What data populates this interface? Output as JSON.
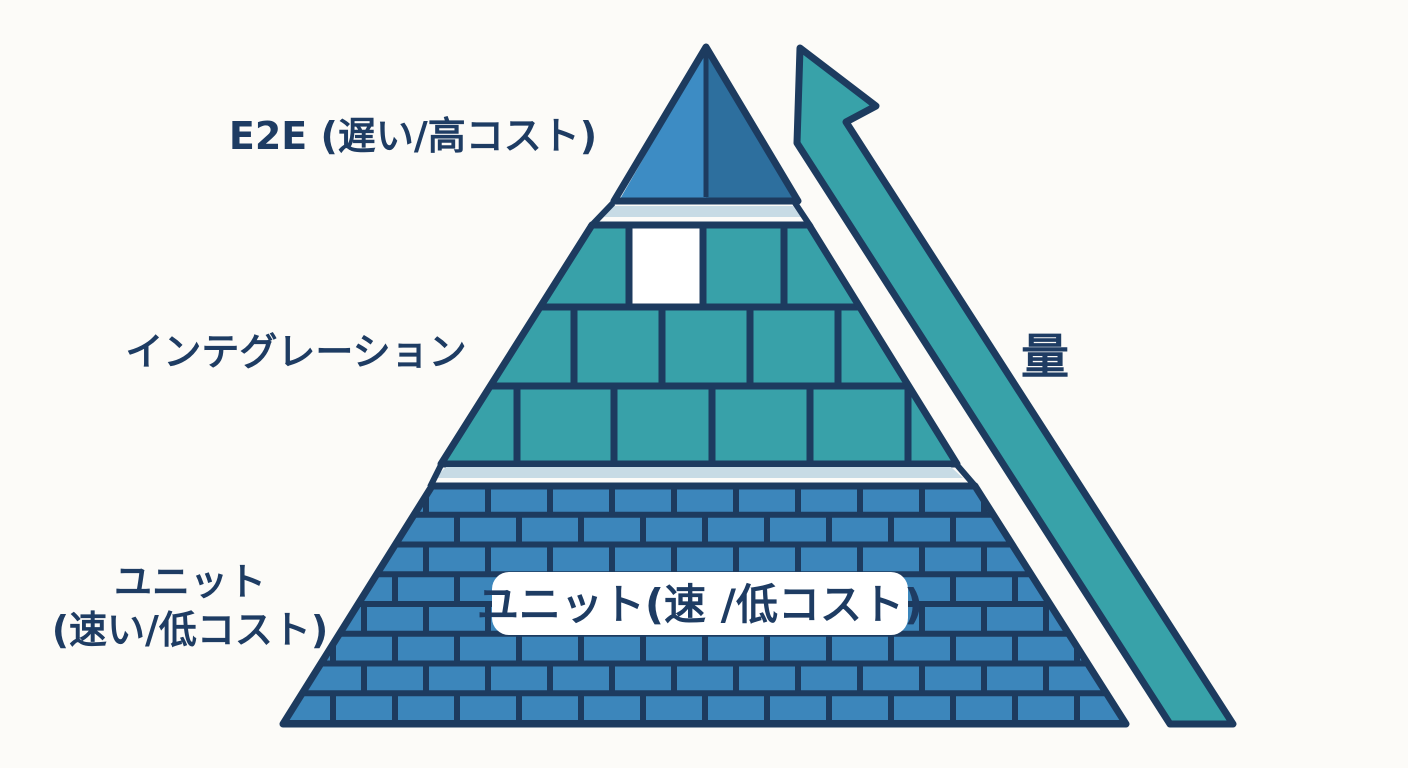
{
  "diagram": {
    "kind": "testing-pyramid",
    "background_color": "#fcfbf8",
    "outline_color": "#1d3b5f",
    "text_color": "#1e3c63",
    "sliver_color": "#c7dbe5",
    "levels": [
      {
        "id": "e2e",
        "side_label": "E2E (遅い/高コスト)",
        "fill_left": "#3d8cc4",
        "fill_right": "#2d6f9e"
      },
      {
        "id": "integration",
        "side_label": "インテグレーション",
        "fill": "#38a1a9"
      },
      {
        "id": "unit",
        "side_label_line1": "ユニット",
        "side_label_line2": "(速い/低コスト)",
        "fill": "#3c86bb",
        "badge_label": "ユニット(速 /低コスト)",
        "badge_bg": "#ffffff"
      }
    ],
    "arrow": {
      "label": "量",
      "fill": "#38a2a9"
    }
  }
}
